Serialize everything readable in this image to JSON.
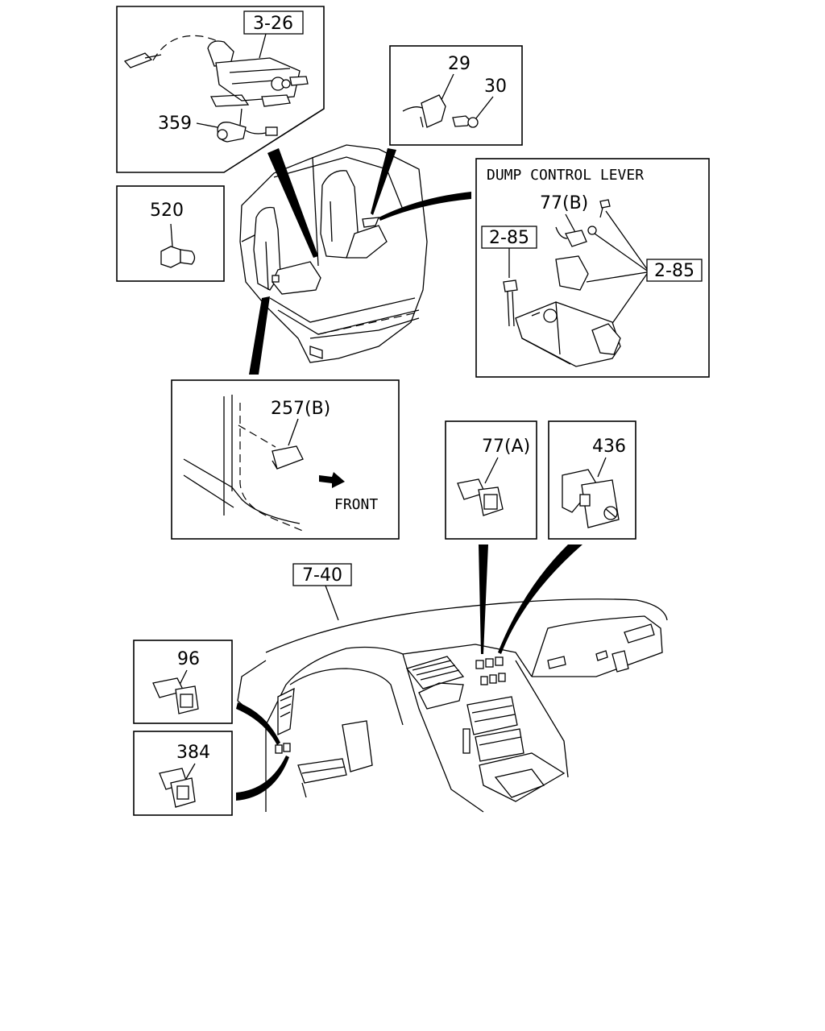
{
  "callouts": {
    "ref_3_26": "3-26",
    "p359": "359",
    "p29": "29",
    "p30": "30",
    "p520": "520",
    "dump_title": "DUMP CONTROL LEVER",
    "p77b": "77(B)",
    "ref_2_85_left": "2-85",
    "ref_2_85_right": "2-85",
    "p257b": "257(B)",
    "front": "FRONT",
    "p77a": "77(A)",
    "p436": "436",
    "ref_7_40": "7-40",
    "p96": "96",
    "p384": "384"
  }
}
